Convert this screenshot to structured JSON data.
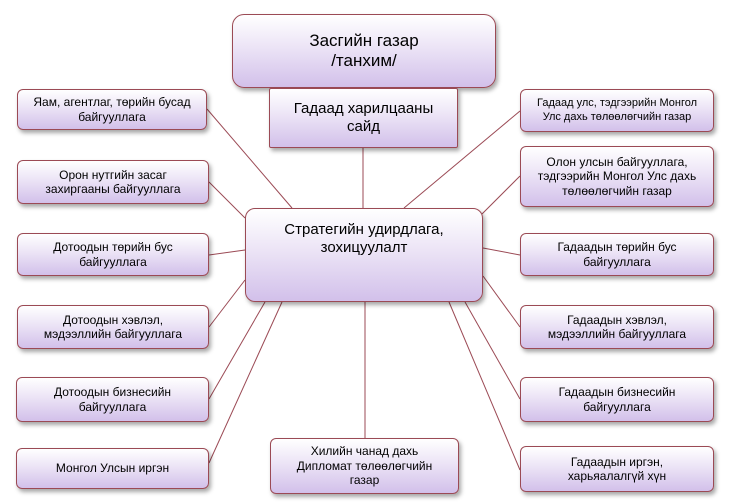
{
  "diagram": {
    "government": "Засгийн газар\n/танхим/",
    "minister": "Гадаад харилцааны\nсайд",
    "center": "Стратегийн удирдлага,\nзохицуулалт",
    "left": [
      "Яам, агентлаг, төрийн бусад\nбайгууллага",
      "Орон нутгийн засаг\nзахиргааны байгууллага",
      "Дотоодын төрийн бус\nбайгууллага",
      "Дотоодын хэвлэл,\nмэдээллийн байгууллага",
      "Дотоодын бизнесийн\nбайгууллага",
      "Монгол Улсын иргэн"
    ],
    "right": [
      "Гадаад улс, тэдгээрийн Монгол\nУлс дахь төлөөлөгчийн газар",
      "Олон улсын байгууллага,\nтэдгээрийн Монгол Улс дахь\nтөлөөлөгчийн газар",
      "Гадаадын төрийн бус\nбайгууллага",
      "Гадаадын хэвлэл,\nмэдээллийн байгууллага",
      "Гадаадын бизнесийн\nбайгууллага",
      "Гадаадын иргэн,\nхарьяалалгүй хүн"
    ],
    "bottom": "Хилийн чанад дахь\nДипломат төлөөлөгчийн\nгазар"
  }
}
